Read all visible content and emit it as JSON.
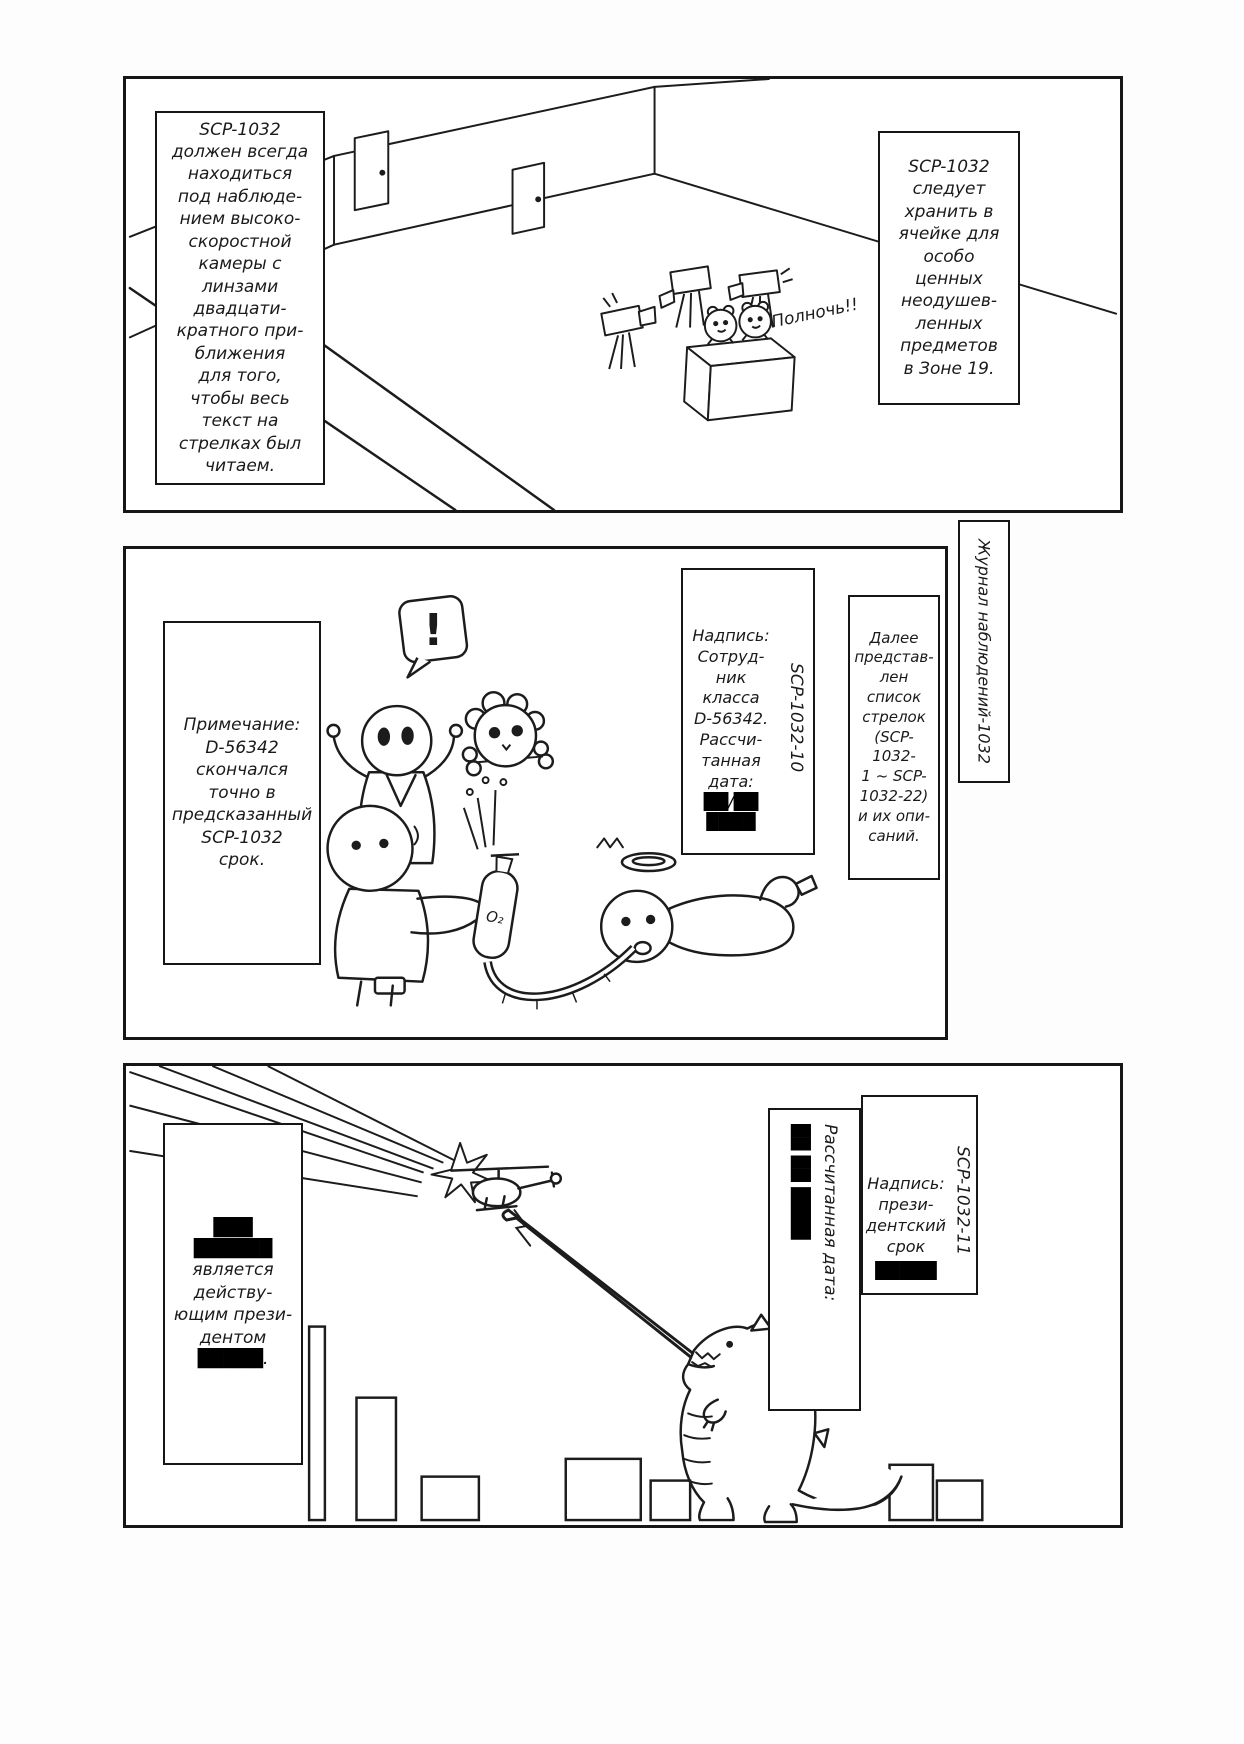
{
  "page": {
    "bg_color": "#ffffff",
    "ink_color": "#1a1a1a"
  },
  "panel1": {
    "left_note": "SCP-1032\nдолжен всегда\nнаходиться\nпод наблюде-\nнием высоко-\nскоростной\nкамеры с\nлинзами\nдвадцати-\nкратного при-\nближения\nдля того,\nчтобы весь\nтекст на\nстрелках был\nчитаем.",
    "right_note": "SCP-1032\nследует\nхранить в\nячейке для\nособо ценных\nнеодушев-\nленных\nпредметов\nв Зоне 19.",
    "clock_speech": "Полночь!!"
  },
  "panel2": {
    "left_note": "Примечание:\nD-56342\nскончался\nточно в\nпредсказанный\nSCP-1032\nсрок.",
    "exclamation": "!",
    "tank_label": "O₂",
    "arrow_sign": {
      "vertical_label": "SCP-1032-10",
      "text": "Надпись:\nСотруд-\nник класса\nD-56342.\nРассчи-\nтанная\nдата:",
      "censored_date": "██/██\n████"
    },
    "right_note": "Далее\nпредстав-\nлен список\nстрелок\n(SCP-1032-\n1 ~ SCP-\n1032-22)\nи их опи-\nсаний.",
    "journal_label": "Журнал наблюдений-1032"
  },
  "panel3": {
    "left_note": {
      "censored_name": "███\n██████",
      "body": "является\nдейству-\nющим прези-\nдентом",
      "censored_end": "█████."
    },
    "date_sign": {
      "label": "Рассчитанная дата:",
      "censored_date": "██ ██ ████"
    },
    "arrow_sign": {
      "vertical_label": "SCP-1032-11",
      "text": "Надпись:\nпрези-\nдентский\nсрок",
      "censored": "█████"
    }
  }
}
